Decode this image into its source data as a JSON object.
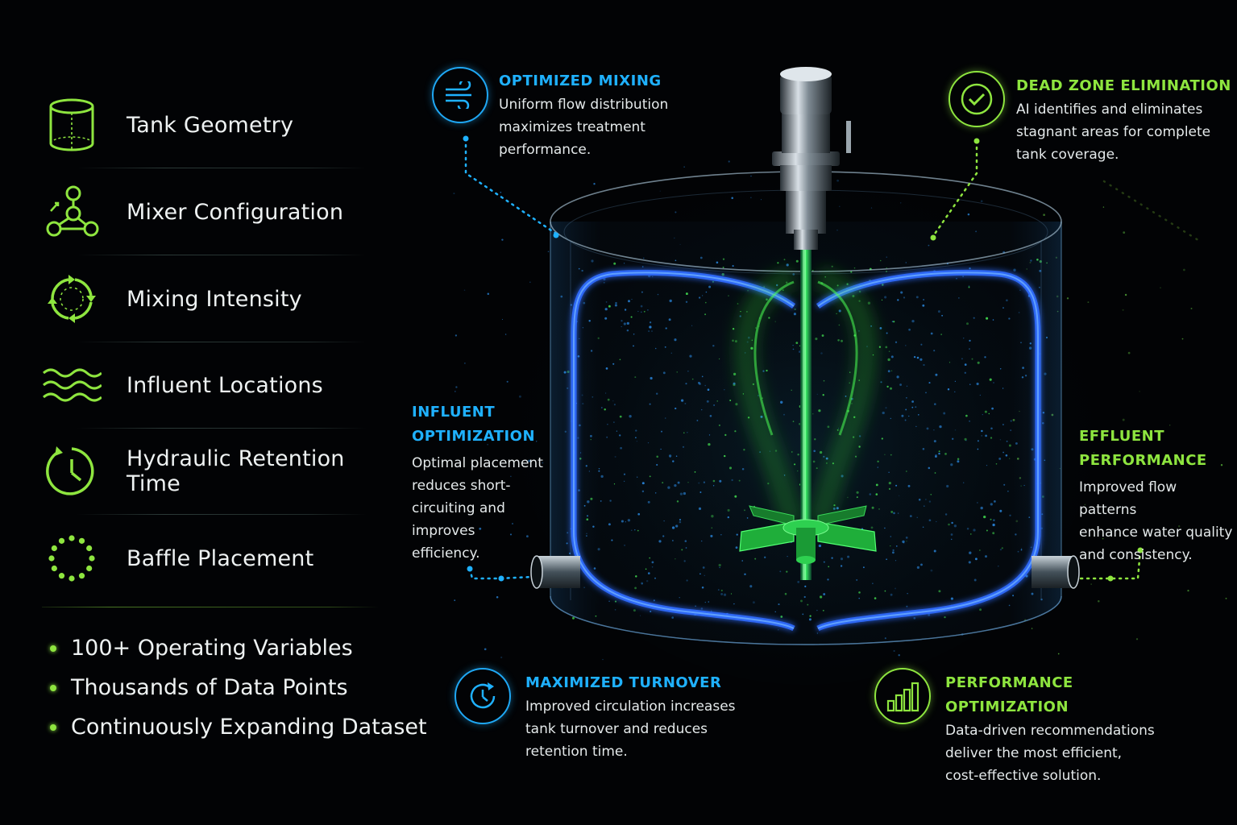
{
  "parameters": [
    {
      "label": "Tank Geometry",
      "icon": "cylinder-icon"
    },
    {
      "label": "Mixer Configuration",
      "icon": "network-nodes-icon"
    },
    {
      "label": "Mixing Intensity",
      "icon": "circular-arrows-icon"
    },
    {
      "label": "Influent Locations",
      "icon": "waves-icon"
    },
    {
      "label": "Hydraulic Retention Time",
      "icon": "clock-icon"
    },
    {
      "label": "Baffle Placement",
      "icon": "dotted-circle-icon"
    }
  ],
  "bullets": [
    "100+ Operating Variables",
    "Thousands of Data Points",
    "Continuously Expanding Dataset"
  ],
  "callouts": {
    "optimized_mixing": {
      "title": "OPTIMIZED MIXING",
      "body": [
        "Uniform flow distribution",
        "maximizes treatment",
        "performance."
      ],
      "icon": "wind-flow-icon"
    },
    "dead_zone": {
      "title": "DEAD ZONE ELIMINATION",
      "body": [
        "AI identifies and eliminates",
        "stagnant areas for complete",
        "tank coverage."
      ],
      "icon": "checkmark-circle-icon"
    },
    "influent": {
      "title": [
        "INFLUENT",
        "OPTIMIZATION"
      ],
      "body": [
        "Optimal placement",
        "reduces short-",
        "circuiting and",
        "improves",
        "efficiency."
      ]
    },
    "effluent": {
      "title": [
        "EFFLUENT",
        "PERFORMANCE"
      ],
      "body": [
        "Improved flow patterns",
        "enhance water quality",
        "and consistency."
      ]
    },
    "turnover": {
      "title": "MAXIMIZED TURNOVER",
      "body": [
        "Improved circulation increases",
        "tank turnover and reduces",
        "retention time."
      ],
      "icon": "refresh-clock-icon"
    },
    "performance": {
      "title": "PERFORMANCE OPTIMIZATION",
      "body": [
        "Data-driven recommendations",
        "deliver the most efficient,",
        "cost-effective solution."
      ],
      "icon": "bar-chart-icon"
    }
  },
  "colors": {
    "background": "#020305",
    "accent_green": "#8ee53f",
    "accent_blue": "#1fb1ff",
    "flow_blue": "#2f6bff",
    "flow_green": "#35e63a"
  }
}
